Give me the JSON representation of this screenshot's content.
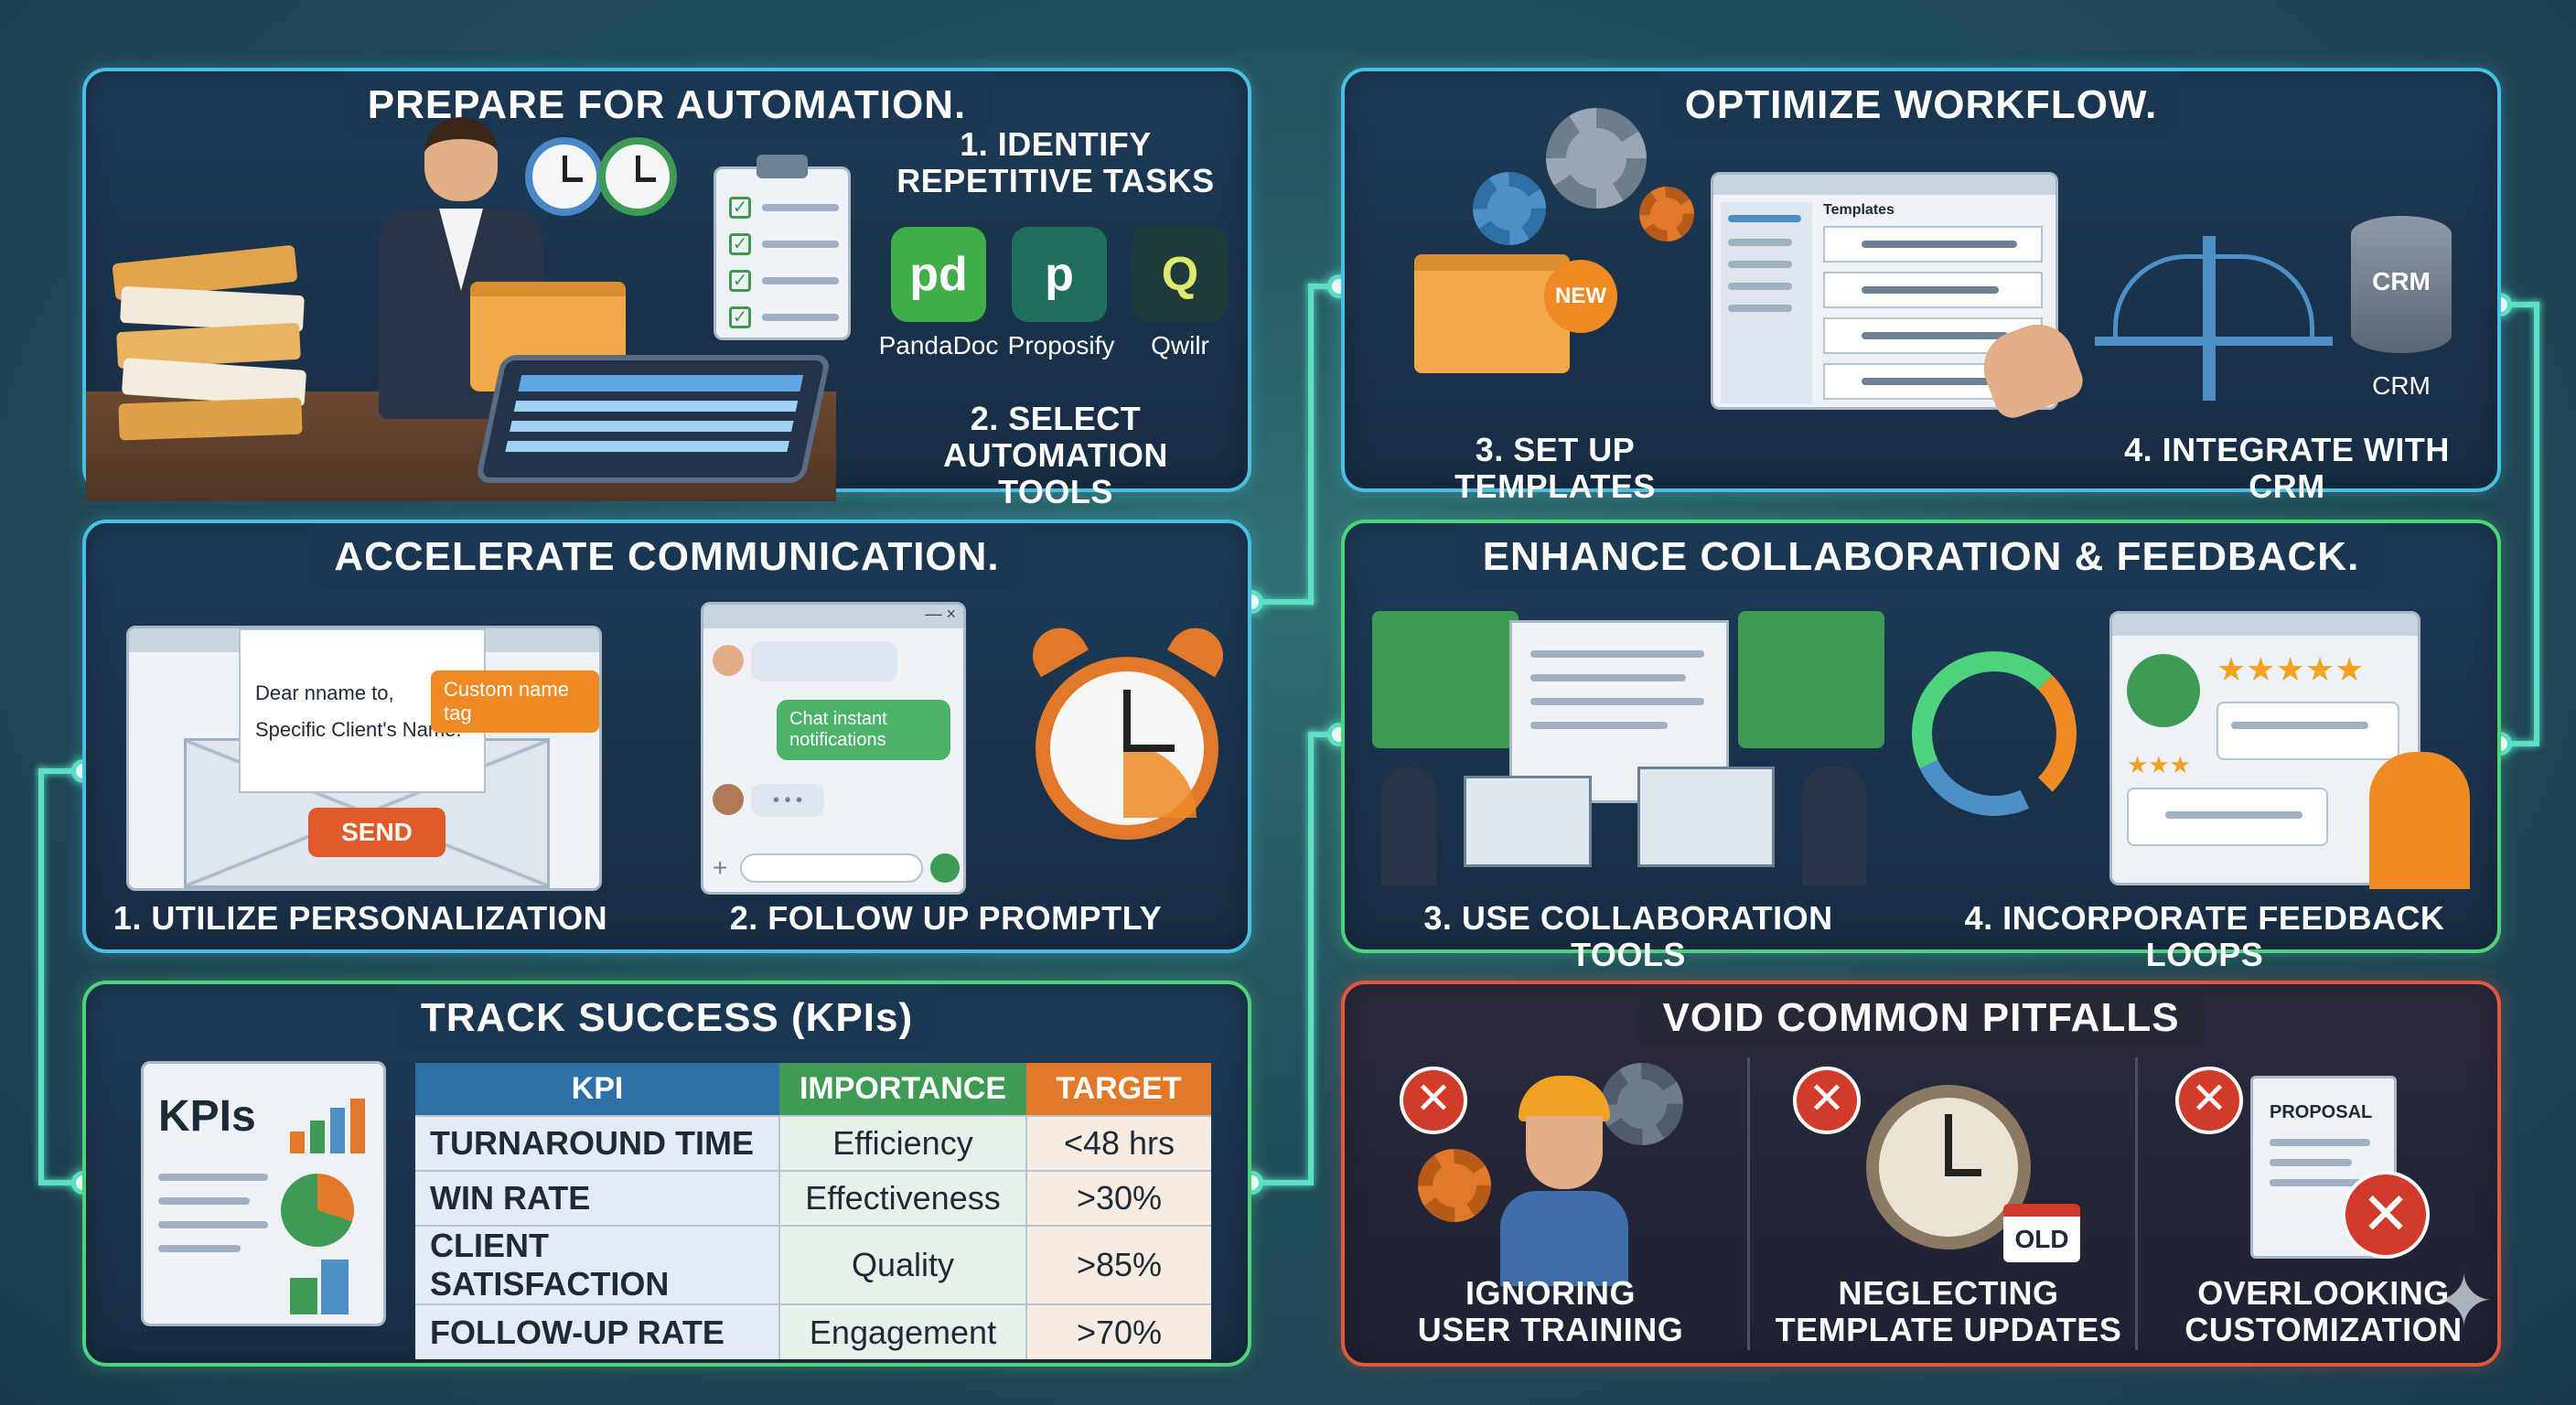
{
  "panels": {
    "prepare": {
      "title": "PREPARE FOR AUTOMATION.",
      "step1": "1. IDENTIFY\nREPETITIVE TASKS",
      "step2": "2. SELECT\nAUTOMATION TOOLS",
      "tools": [
        {
          "name": "PandaDoc",
          "glyph": "pd",
          "color": "#3fae49"
        },
        {
          "name": "Proposify",
          "glyph": "p",
          "color": "#1f6f5e"
        },
        {
          "name": "Qwilr",
          "glyph": "Q",
          "color": "#1e3b3a"
        }
      ]
    },
    "optimize": {
      "title": "OPTIMIZE WORKFLOW.",
      "new_badge": "NEW",
      "templates_heading": "Templates",
      "crm_db": "CRM",
      "crm_caption": "CRM",
      "step3": "3. SET UP TEMPLATES",
      "step4": "4. INTEGRATE WITH CRM"
    },
    "communication": {
      "title": "ACCELERATE COMMUNICATION.",
      "email_line1": "Dear nname to,",
      "email_line2": "Specific Client's Name.",
      "tag": "Custom name tag",
      "send": "SEND",
      "chat_text": "Chat instant\nnotifications",
      "chat_controls": "— ×",
      "chat_typing": "• • •",
      "chat_plus": "+",
      "step1": "1. UTILIZE PERSONALIZATION",
      "step2": "2. FOLLOW UP PROMPTLY"
    },
    "collaboration": {
      "title": "ENHANCE COLLABORATION & FEEDBACK.",
      "step3": "3. USE COLLABORATION TOOLS",
      "step4": "4. INCORPORATE FEEDBACK LOOPS"
    },
    "kpis": {
      "title": "TRACK SUCCESS (KPIs)",
      "card_title": "KPIs",
      "headers": [
        "KPI",
        "IMPORTANCE",
        "TARGET"
      ],
      "header_colors": [
        "#2f6fa8",
        "#3f9a54",
        "#e2782a"
      ],
      "rows": [
        [
          "TURNAROUND TIME",
          "Efficiency",
          "<48 hrs"
        ],
        [
          "WIN RATE",
          "Effectiveness",
          ">30%"
        ],
        [
          "CLIENT SATISFACTION",
          "Quality",
          ">85%"
        ],
        [
          "FOLLOW-UP RATE",
          "Engagement",
          ">70%"
        ]
      ]
    },
    "pitfalls": {
      "title": "VOID COMMON PITFALLS",
      "items": [
        {
          "label": "IGNORING\nUSER TRAINING"
        },
        {
          "label": "NEGLECTING\nTEMPLATE UPDATES",
          "badge": "OLD"
        },
        {
          "label": "OVERLOOKING\nCUSTOMIZATION",
          "doc": "PROPOSAL"
        }
      ]
    }
  },
  "colors": {
    "panel_blue": "#49c0e0",
    "panel_green": "#4fd27c",
    "panel_red": "#e0563f",
    "connector": "#5de0c4"
  },
  "icons": [
    "clock-icon",
    "clipboard-icon",
    "folder-icon",
    "gear-icon",
    "bridge-icon",
    "database-icon",
    "envelope-icon",
    "chat-icon",
    "alarm-clock-icon",
    "cycle-arrows-icon",
    "star-rating-icon",
    "hard-hat-worker-icon",
    "proposal-doc-icon",
    "sparkle-icon"
  ]
}
